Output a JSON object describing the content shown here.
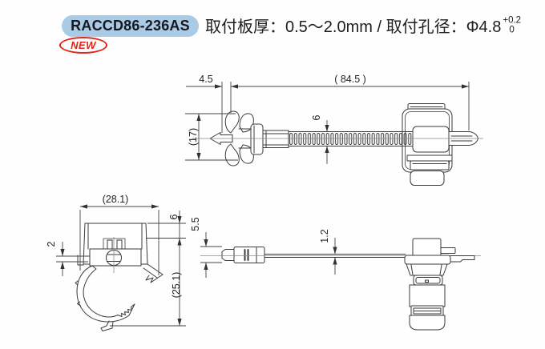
{
  "header": {
    "part_number": "RACCD86-236AS",
    "new_label": "NEW",
    "spec_prefix": "取付板厚：0.5～2.0mm / 取付孔径：Φ4.8",
    "tolerance_upper": "+0.2",
    "tolerance_lower": "0"
  },
  "dimensions": {
    "top_view": {
      "anchor_offset": "4.5",
      "overall_length": "( 84.5 )",
      "band_width": "6",
      "anchor_diameter": "(17)"
    },
    "front_view": {
      "overall_width": "(28.1)",
      "head_height": "6",
      "panel_thickness": "2",
      "overall_height": "(25.1)"
    },
    "plan_view": {
      "tip_width": "5.5",
      "band_thickness": "1.2"
    }
  },
  "colors": {
    "badge_background": "#a9cbe6",
    "badge_text": "#17171f",
    "new_badge_red": "#e0261c",
    "drawing_line": "#3a3a3a",
    "page_background": "#fefefe"
  }
}
